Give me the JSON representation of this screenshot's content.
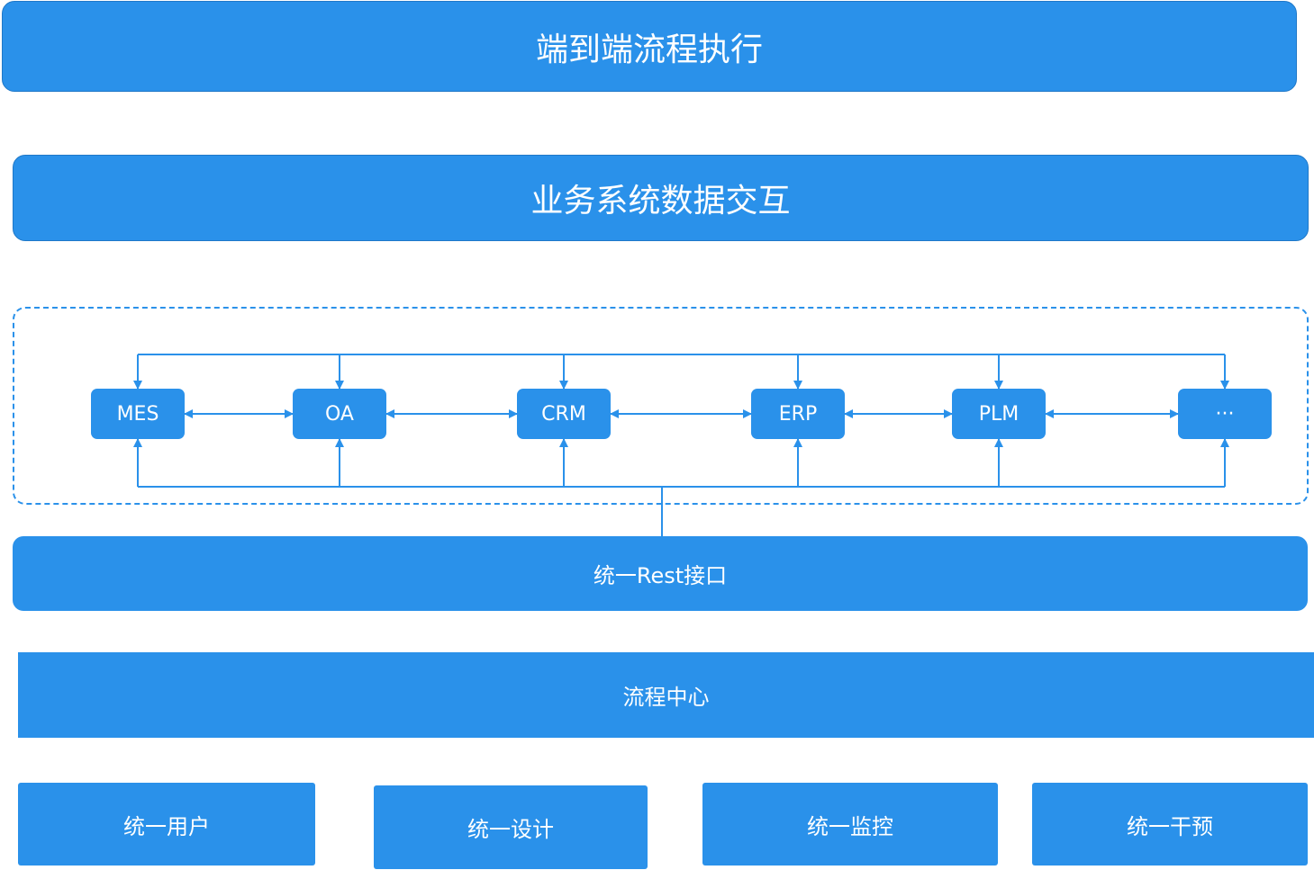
{
  "layers": {
    "top": "端到端流程执行",
    "second": "业务系统数据交互",
    "rest": "统一Rest接口",
    "center": "流程中心"
  },
  "systems": [
    "MES",
    "OA",
    "CRM",
    "ERP",
    "PLM",
    "···"
  ],
  "bottom": [
    "统一用户",
    "统一设计",
    "统一监控",
    "统一干预"
  ],
  "colors": {
    "primary": "#2a91ea"
  }
}
